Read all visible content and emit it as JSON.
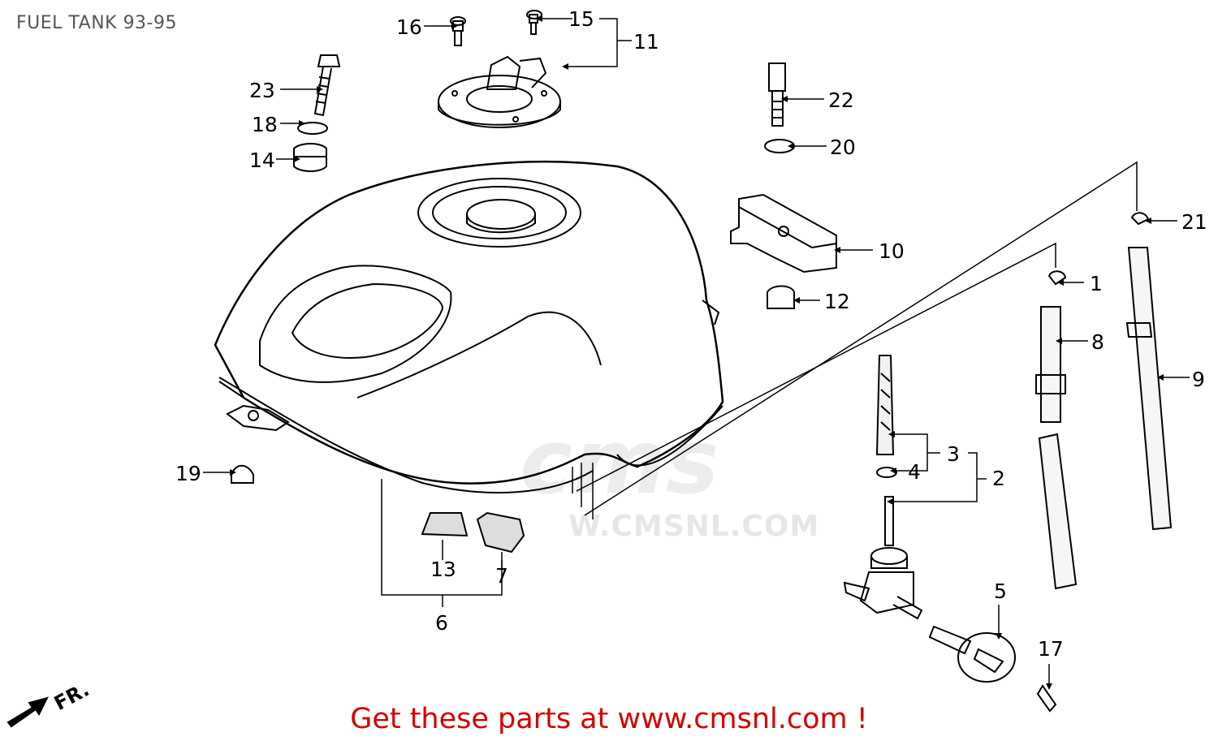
{
  "title": "FUEL TANK 93-95",
  "watermark": {
    "logo": "cms",
    "url": "W.CMSNL.COM"
  },
  "front_marker": "FR.",
  "promo": "Get these parts at www.cmsnl.com !",
  "labels": {
    "p1": "1",
    "p2": "2",
    "p3": "3",
    "p4": "4",
    "p5": "5",
    "p6": "6",
    "p7": "7",
    "p8": "8",
    "p9": "9",
    "p10": "10",
    "p11": "11",
    "p12": "12",
    "p13": "13",
    "p14": "14",
    "p15": "15",
    "p16": "16",
    "p17": "17",
    "p18": "18",
    "p19": "19",
    "p20": "20",
    "p21": "21",
    "p22": "22",
    "p23": "23"
  },
  "colors": {
    "promo": "#d40000",
    "title": "#555555",
    "line": "#000000",
    "watermark": "#e6e6e6"
  }
}
